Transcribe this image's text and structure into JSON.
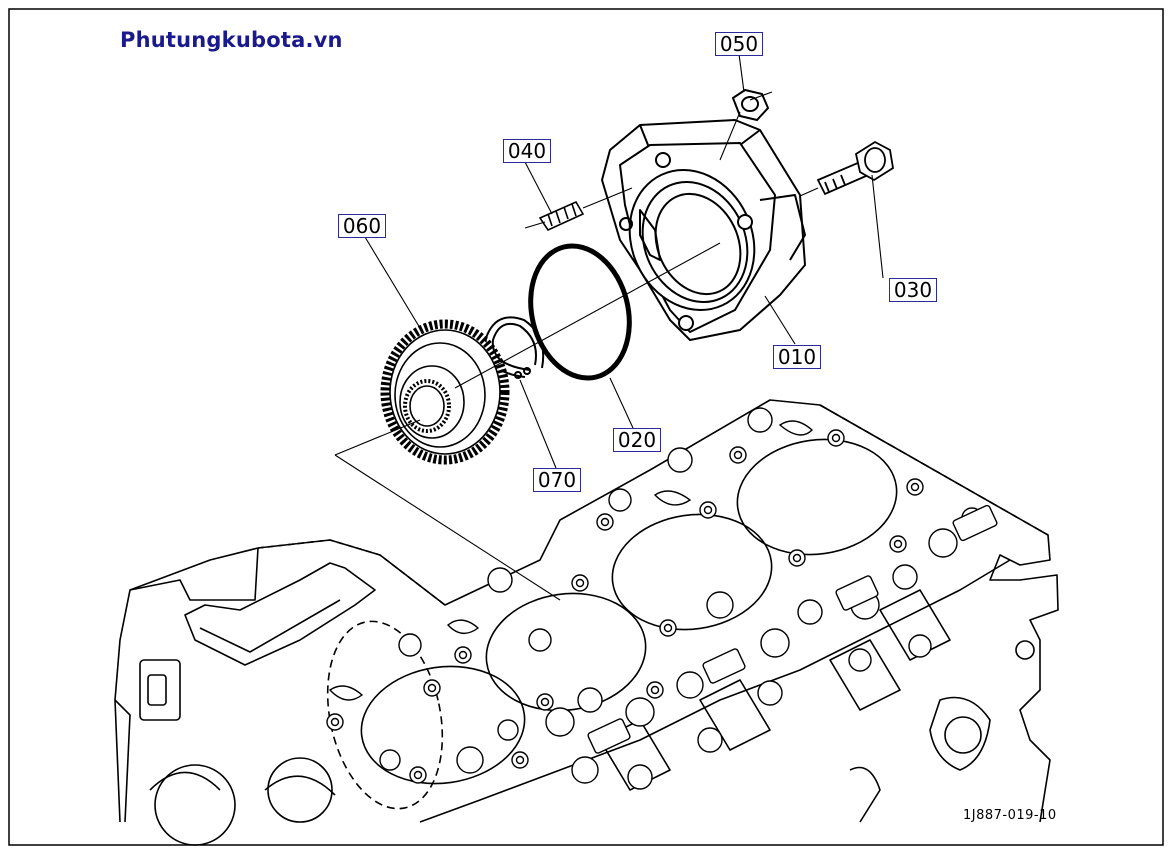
{
  "site": {
    "title": "Phutungkubota.vn"
  },
  "parts": [
    {
      "code": "050",
      "icon": "nut-icon"
    },
    {
      "code": "040",
      "icon": "stud-icon"
    },
    {
      "code": "060",
      "icon": "idle-gear-icon"
    },
    {
      "code": "030",
      "icon": "bolt-icon"
    },
    {
      "code": "010",
      "icon": "bearing-housing-icon"
    },
    {
      "code": "020",
      "icon": "o-ring-icon"
    },
    {
      "code": "070",
      "icon": "snap-ring-icon"
    }
  ],
  "drawing": {
    "code": "1J887-019-10"
  },
  "colors": {
    "label_border": "#2a2a9a",
    "title": "#1a1a8c",
    "line": "#000000"
  }
}
